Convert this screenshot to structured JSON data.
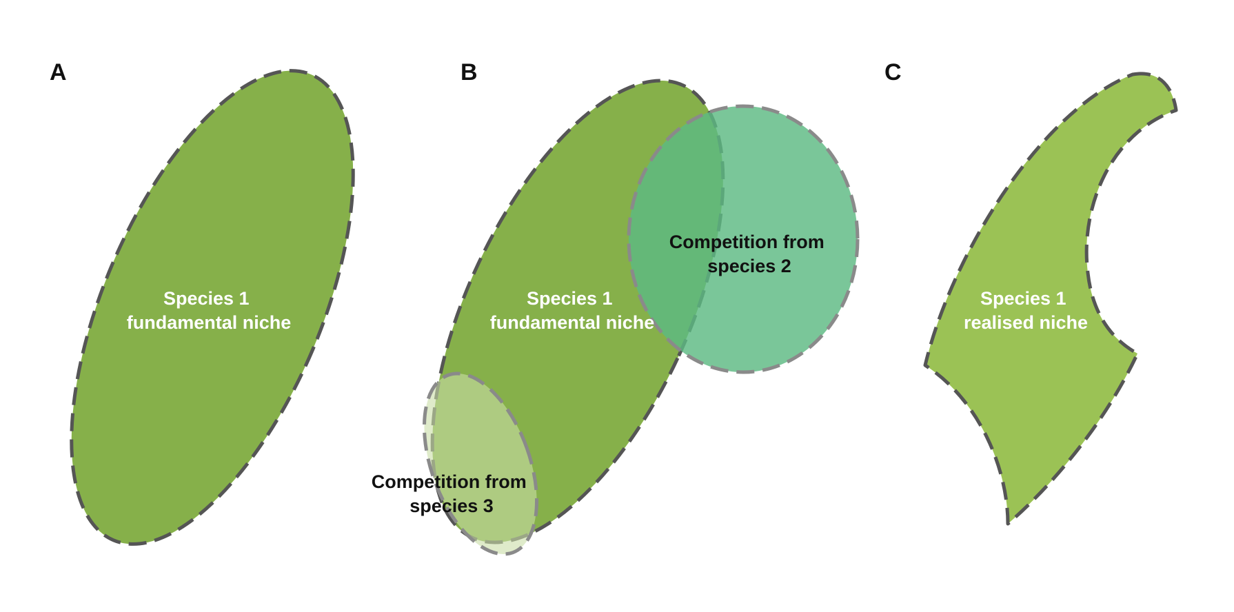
{
  "panels": [
    {
      "letter": "A",
      "niche": {
        "line1": "Species 1",
        "line2": "fundamental niche"
      }
    },
    {
      "letter": "B",
      "niche": {
        "line1": "Species 1",
        "line2": "fundamental niche"
      },
      "competitor_a": {
        "line1": "Competition from",
        "line2": "species 2"
      },
      "competitor_b": {
        "line1": "Competition from",
        "line2": "species 3"
      }
    },
    {
      "letter": "C",
      "niche": {
        "line1": "Species 1",
        "line2": "realised niche"
      }
    }
  ],
  "colors": {
    "fundamental_niche_fill": "#86b04a",
    "realised_niche_fill": "#9bc255",
    "species2_fill": "#5dba82",
    "species3_fill": "#c9dea6",
    "dashed_border_dark": "#555555",
    "dashed_border_light": "#8a8a8a",
    "light_label": "#ffffff",
    "dark_label": "#111111"
  }
}
